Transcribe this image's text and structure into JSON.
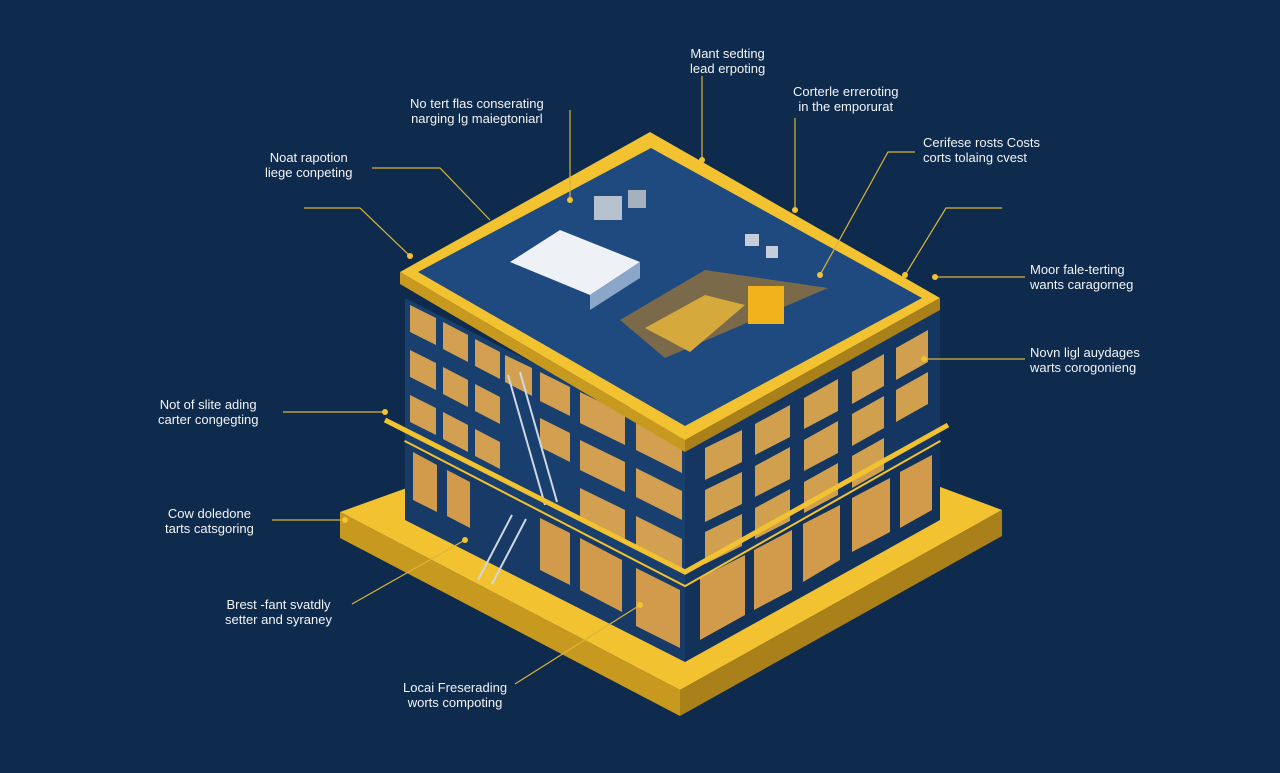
{
  "colors": {
    "background": "#0e2a4c",
    "accent": "#f2c230",
    "building": "#193f6e",
    "roof": "#1f4a80",
    "window_warm": "#e7a64a",
    "leader": "#d9b43a"
  },
  "labels": {
    "top_center": {
      "line1": "Mant sedting",
      "line2": "lead erpoting"
    },
    "top_left": {
      "line1": "No tert flas conserating",
      "line2": "narging lg maiegtoniarl"
    },
    "top_right": {
      "line1": "Corterle erreroting",
      "line2": "in the emporurat"
    },
    "upper_left": {
      "line1": "Noat rapotion",
      "line2": "liege conpeting"
    },
    "upper_right": {
      "line1": "Cerifese rosts Costs",
      "line2": "corts tolaing cvest"
    },
    "right_1": {
      "line1": "Moor fale-terting",
      "line2": "wants caragorneg"
    },
    "right_2": {
      "line1": "Novn ligl auydages",
      "line2": "warts corogonieng"
    },
    "left_mid": {
      "line1": "Not of slite ading",
      "line2": "carter congegting"
    },
    "left_low": {
      "line1": "Cow doledone",
      "line2": "tarts catsgoring"
    },
    "bottom_left": {
      "line1": "Brest -fant svatdly",
      "line2": "setter and syraney"
    },
    "bottom": {
      "line1": "Locai Freserading",
      "line2": "worts compoting"
    }
  }
}
